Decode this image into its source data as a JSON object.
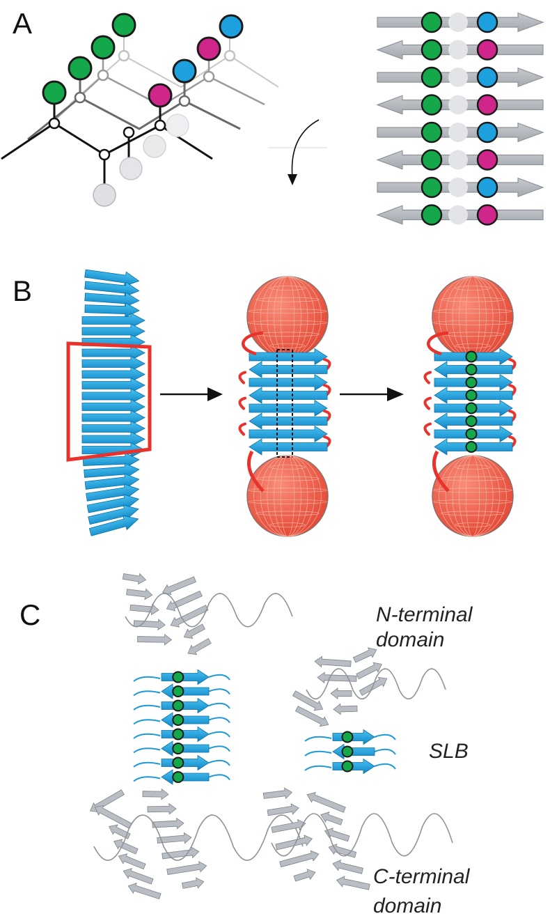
{
  "panels": {
    "a": {
      "letter": "A"
    },
    "b": {
      "letter": "B"
    },
    "c": {
      "letter": "C",
      "labels": {
        "n_terminal": [
          "N-terminal",
          "domain"
        ],
        "slb": "SLB",
        "c_terminal": [
          "C-terminal",
          "domain"
        ]
      }
    }
  },
  "colors": {
    "green": "#15a84a",
    "blue": "#1ca0de",
    "magenta": "#d0268b",
    "grey_arrow": "#b4b8be",
    "ribbon_blue": "#1b98d8",
    "ribbon_grey": "#b9bec4",
    "sphere_red": "#ef5a47",
    "frame_red": "#e8322b"
  }
}
